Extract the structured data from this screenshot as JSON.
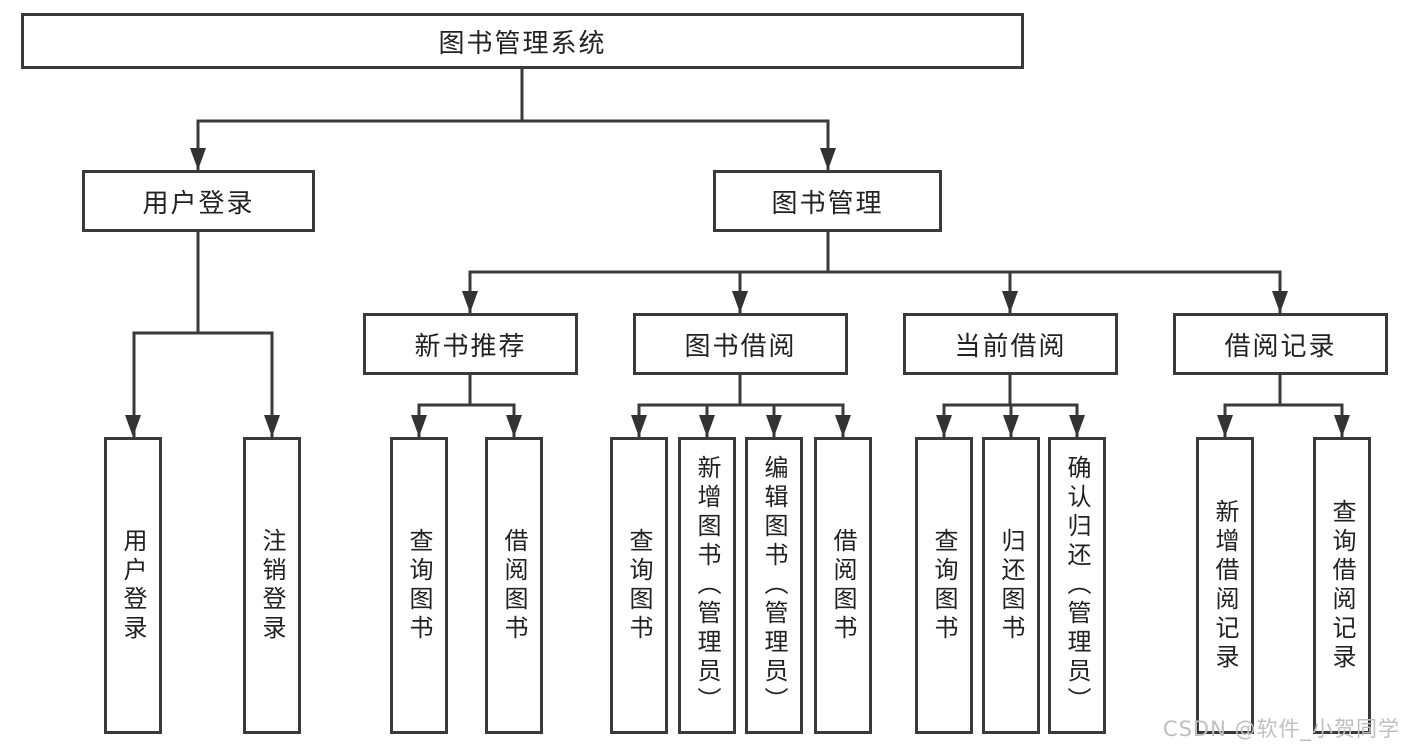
{
  "tree": {
    "root": "图书管理系统",
    "branches": [
      {
        "label": "用户登录",
        "children": [
          {
            "label": "用户登录"
          },
          {
            "label": "注销登录"
          }
        ]
      },
      {
        "label": "图书管理",
        "children": [
          {
            "label": "新书推荐",
            "children": [
              {
                "label": "查询图书"
              },
              {
                "label": "借阅图书"
              }
            ]
          },
          {
            "label": "图书借阅",
            "children": [
              {
                "label": "查询图书"
              },
              {
                "label": "新增图书（管理员）"
              },
              {
                "label": "编辑图书（管理员）"
              },
              {
                "label": "借阅图书"
              }
            ]
          },
          {
            "label": "当前借阅",
            "children": [
              {
                "label": "查询图书"
              },
              {
                "label": "归还图书"
              },
              {
                "label": "确认归还（管理员）"
              }
            ]
          },
          {
            "label": "借阅记录",
            "children": [
              {
                "label": "新增借阅记录"
              },
              {
                "label": "查询借阅记录"
              }
            ]
          }
        ]
      }
    ]
  },
  "watermark": {
    "text": "CSDN @软件_小贺同学"
  },
  "colors": {
    "line": "#3a3a3a",
    "text": "#222222",
    "watermark": "#bfbfbf",
    "background": "#ffffff"
  }
}
